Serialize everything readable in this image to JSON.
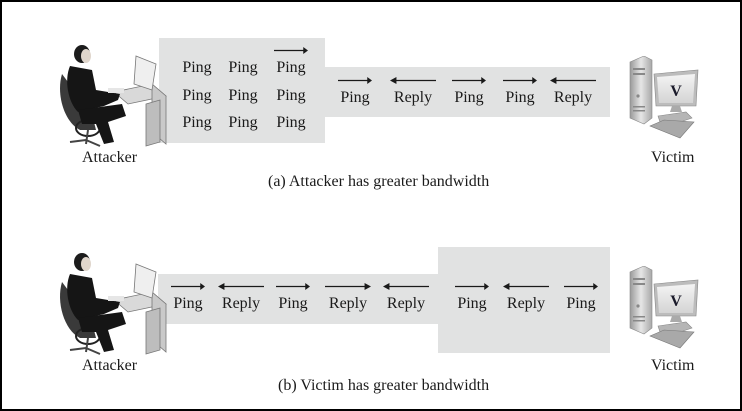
{
  "colors": {
    "channel_fill": "#e1e2e2",
    "text": "#1a1a1a",
    "arrow": "#1a1a1a",
    "frame_border": "#000000"
  },
  "diagram_a": {
    "caption": "(a) Attacker has greater bandwidth",
    "attacker_label": "Attacker",
    "victim_label": "Victim",
    "victim_screen_letter": "V",
    "attacker_queue": [
      {
        "label": "Ping",
        "arrow": "none"
      },
      {
        "label": "Ping",
        "arrow": "none"
      },
      {
        "label": "Ping",
        "arrow": "right"
      },
      {
        "label": "Ping",
        "arrow": "none"
      },
      {
        "label": "Ping",
        "arrow": "none"
      },
      {
        "label": "Ping",
        "arrow": "none"
      },
      {
        "label": "Ping",
        "arrow": "none"
      },
      {
        "label": "Ping",
        "arrow": "none"
      },
      {
        "label": "Ping",
        "arrow": "none"
      }
    ],
    "channel": [
      {
        "label": "Ping",
        "arrow": "right"
      },
      {
        "label": "Reply",
        "arrow": "left"
      },
      {
        "label": "Ping",
        "arrow": "right"
      },
      {
        "label": "Ping",
        "arrow": "right"
      },
      {
        "label": "Reply",
        "arrow": "left"
      }
    ]
  },
  "diagram_b": {
    "caption": "(b) Victim has greater bandwidth",
    "attacker_label": "Attacker",
    "victim_label": "Victim",
    "victim_screen_letter": "V",
    "narrow_channel": [
      {
        "label": "Ping",
        "arrow": "right"
      },
      {
        "label": "Reply",
        "arrow": "left"
      },
      {
        "label": "Ping",
        "arrow": "right"
      },
      {
        "label": "Reply",
        "arrow": "right"
      },
      {
        "label": "Reply",
        "arrow": "left"
      }
    ],
    "wide_channel": [
      {
        "label": "Ping",
        "arrow": "right"
      },
      {
        "label": "Reply",
        "arrow": "left"
      },
      {
        "label": "Ping",
        "arrow": "right"
      }
    ]
  }
}
